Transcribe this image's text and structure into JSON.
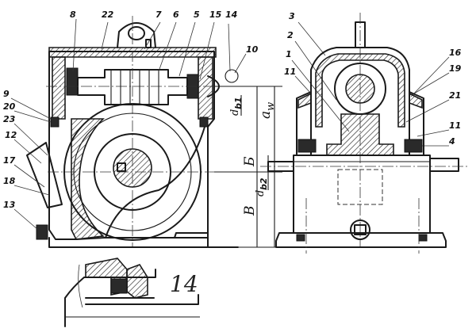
{
  "callouts": {
    "c8": "8",
    "c22": "22",
    "c7": "7",
    "c6": "6",
    "c5": "5",
    "c15": "15",
    "c14": "14",
    "c10": "10",
    "c9": "9",
    "c20": "20",
    "c23": "23",
    "c12": "12",
    "c17": "17",
    "c18": "18",
    "c13": "13",
    "c3": "3",
    "c2": "2",
    "c1": "1",
    "c11a": "11",
    "c16": "16",
    "c19": "19",
    "c21": "21",
    "c11b": "11",
    "c4": "4"
  },
  "dimensions": {
    "aw": "a",
    "aw_sub": "w",
    "db1": "d",
    "db1_sub": "b1",
    "db2": "d",
    "db2_sub": "b2",
    "b_cyr": "Б",
    "v_cyr": "В"
  },
  "detail_label": "14"
}
